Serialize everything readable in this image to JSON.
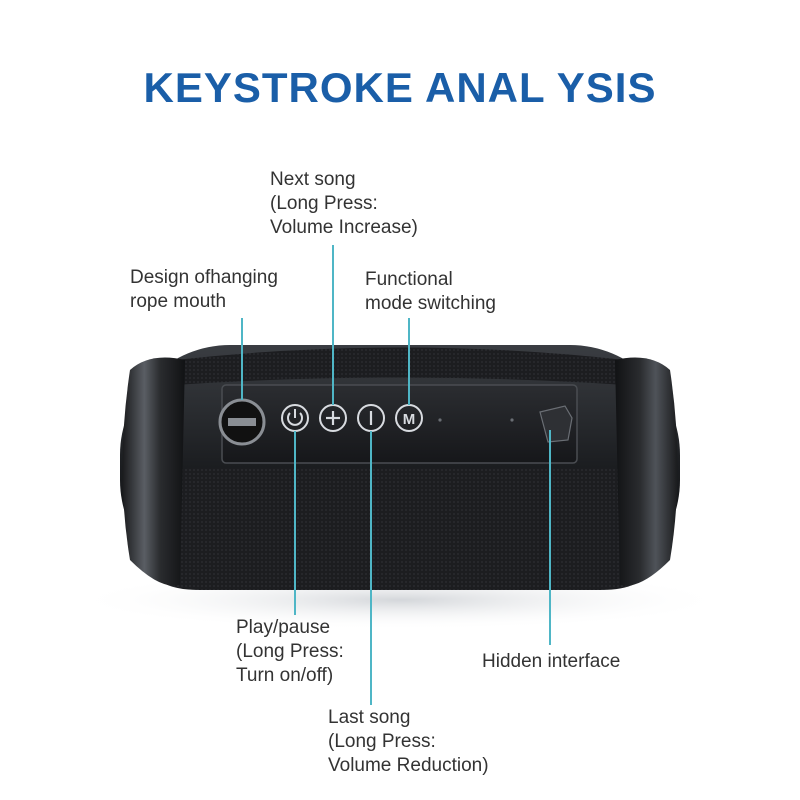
{
  "title": "KEYSTROKE ANAL YSIS",
  "accent_color": "#1a5ea8",
  "line_color": "#4fb6c6",
  "callouts": {
    "next_song": [
      "Next song",
      "(Long Press:",
      "Volume Increase)"
    ],
    "rope_mouth": [
      "Design ofhanging",
      "rope mouth"
    ],
    "mode_switching": [
      "Functional",
      "mode switching"
    ],
    "play_pause": [
      "Play/pause",
      "(Long Press:",
      "Turn on/off)"
    ],
    "hidden_interface": [
      "Hidden interface"
    ],
    "last_song": [
      "Last song",
      "(Long Press:",
      "Volume Reduction)"
    ]
  },
  "buttons": [
    {
      "name": "play-pause-button",
      "icon": "power-play-icon"
    },
    {
      "name": "volume-up-button",
      "icon": "plus-icon"
    },
    {
      "name": "volume-down-button",
      "icon": "minus-icon"
    },
    {
      "name": "mode-button",
      "icon": "m-icon"
    }
  ]
}
